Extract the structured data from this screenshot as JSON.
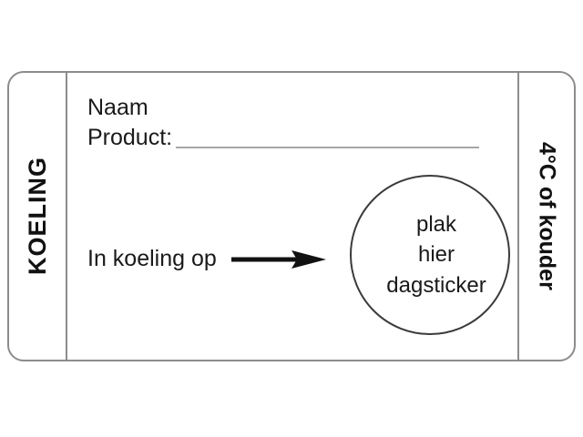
{
  "label": {
    "left_panel": {
      "title": "KOELING"
    },
    "right_panel": {
      "temperature": "4°C of kouder"
    },
    "main": {
      "name_label": "Naam",
      "product_label": "Product:",
      "instruction": "In koeling op",
      "arrow_icon": "right-arrow-icon",
      "sticker_circle": {
        "line1": "plak",
        "line2": "hier",
        "line3": "dagsticker"
      }
    }
  },
  "colors": {
    "border": "#8c8c8c",
    "text": "#1a1a1a",
    "rule": "#a6a6a6",
    "circle_outline": "#3b3b3b",
    "background": "#ffffff"
  }
}
